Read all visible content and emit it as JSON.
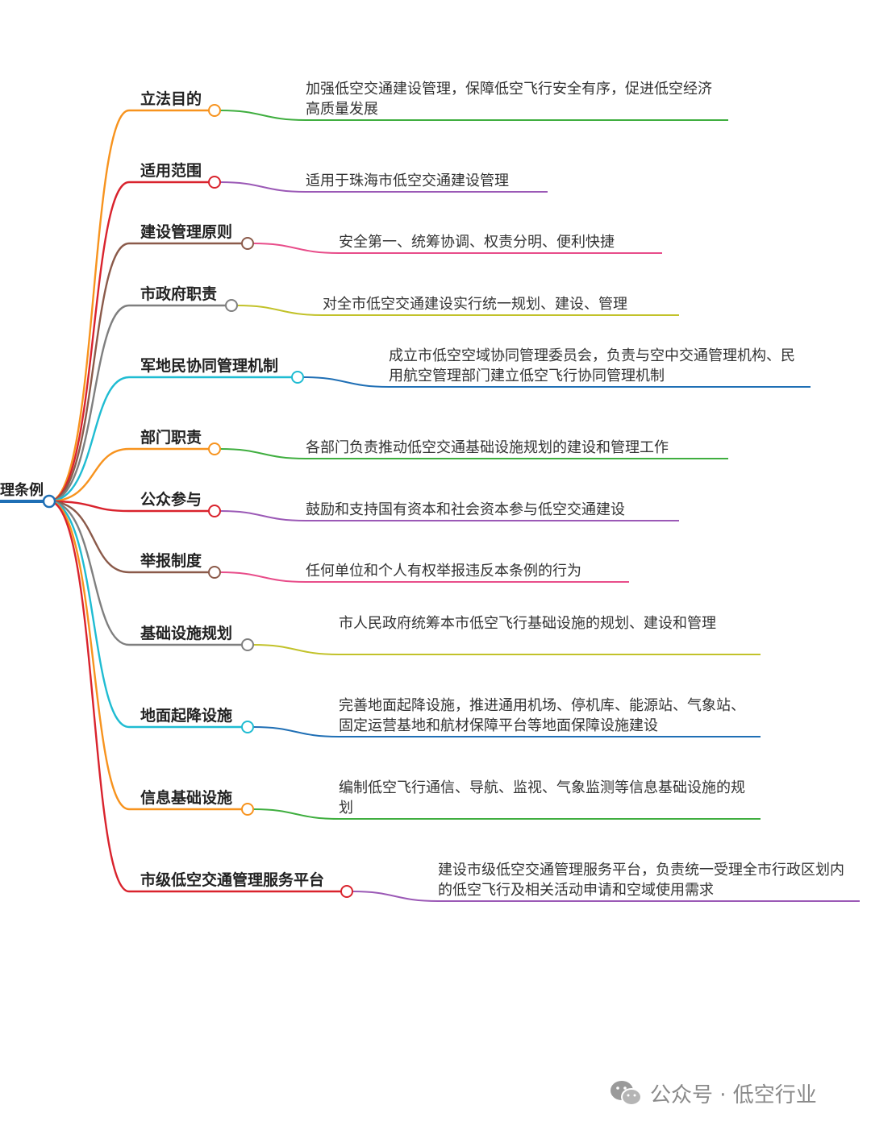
{
  "root": {
    "label": "理条例"
  },
  "branches": [
    {
      "label": "立法目的",
      "text": "加强低空交通建设管理，保障低空飞行安全有序，促进低空经济高质量发展",
      "color": "#f7931e",
      "leafColor": "#3fae3f"
    },
    {
      "label": "适用范围",
      "text": "适用于珠海市低空交通建设管理",
      "color": "#d9232d",
      "leafColor": "#9b59b6"
    },
    {
      "label": "建设管理原则",
      "text": "安全第一、统筹协调、权责分明、便利快捷",
      "color": "#8b5a4a",
      "leafColor": "#e84d8a"
    },
    {
      "label": "市政府职责",
      "text": "对全市低空交通建设实行统一规划、建设、管理",
      "color": "#7f7f7f",
      "leafColor": "#c2c22a"
    },
    {
      "label": "军地民协同管理机制",
      "text": "成立市低空空域协同管理委员会，负责与空中交通管理机构、民用航空管理部门建立低空飞行协同管理机制",
      "color": "#1fbcd2",
      "leafColor": "#1f6fb5"
    },
    {
      "label": "部门职责",
      "text": "各部门负责推动低空交通基础设施规划的建设和管理工作",
      "color": "#f7931e",
      "leafColor": "#3fae3f"
    },
    {
      "label": "公众参与",
      "text": "鼓励和支持国有资本和社会资本参与低空交通建设",
      "color": "#d9232d",
      "leafColor": "#9b59b6"
    },
    {
      "label": "举报制度",
      "text": "任何单位和个人有权举报违反本条例的行为",
      "color": "#8b5a4a",
      "leafColor": "#e84d8a"
    },
    {
      "label": "基础设施规划",
      "text": "市人民政府统筹本市低空飞行基础设施的规划、建设和管理",
      "color": "#7f7f7f",
      "leafColor": "#c2c22a"
    },
    {
      "label": "地面起降设施",
      "text": "完善地面起降设施，推进通用机场、停机库、能源站、气象站、固定运营基地和航材保障平台等地面保障设施建设",
      "color": "#1fbcd2",
      "leafColor": "#1f6fb5"
    },
    {
      "label": "信息基础设施",
      "text": "编制低空飞行通信、导航、监视、气象监测等信息基础设施的规划",
      "color": "#f7931e",
      "leafColor": "#3fae3f"
    },
    {
      "label": "市级低空交通管理服务平台",
      "text": "建设市级低空交通管理服务平台，负责统一受理全市行政区划内的低空飞行及相关活动申请和空域使用需求",
      "color": "#d9232d",
      "leafColor": "#9b59b6"
    }
  ],
  "watermark": {
    "text": "公众号 · 低空行业",
    "icon": "wechat-icon"
  }
}
